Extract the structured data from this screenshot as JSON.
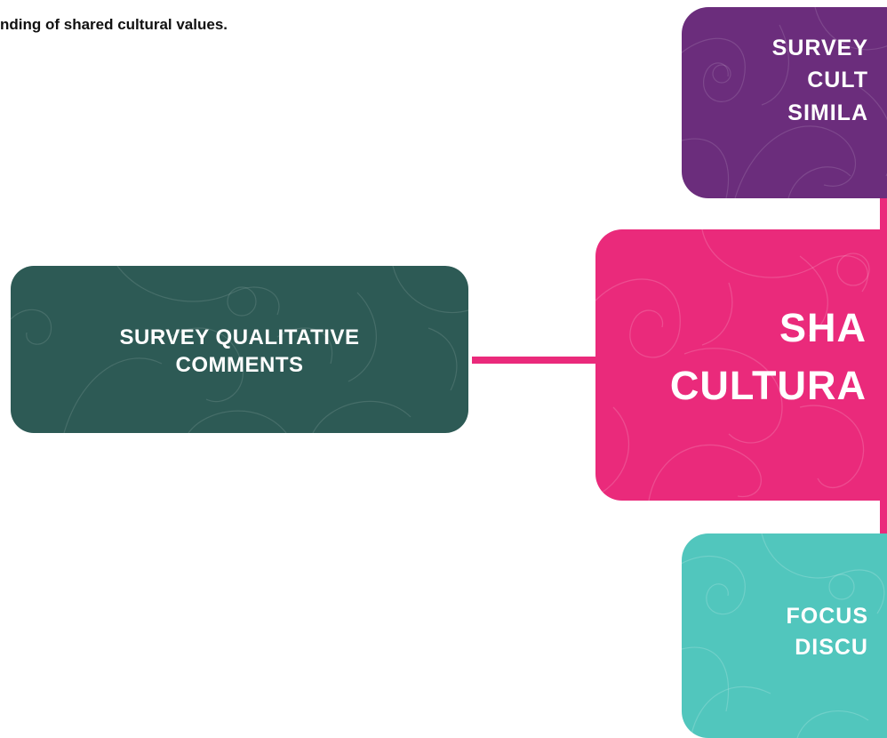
{
  "caption": "nding of shared cultural values.",
  "colors": {
    "purple": "#6b2d7c",
    "pink": "#ea2a7b",
    "teal": "#51c6bd",
    "green": "#2d5a55",
    "connector": "#ea2a7b"
  },
  "boxes": {
    "survey_culture": {
      "lines": [
        "SURVEY",
        "CULT",
        "SIMILA"
      ]
    },
    "shared_culture": {
      "lines": [
        "SHA",
        "CULTURA"
      ]
    },
    "focus_discussion": {
      "lines": [
        "FOCUS",
        "DISCU"
      ]
    },
    "survey_qualitative": {
      "lines": [
        "SURVEY QUALITATIVE",
        "COMMENTS"
      ]
    }
  },
  "decoration": "koru-pattern"
}
